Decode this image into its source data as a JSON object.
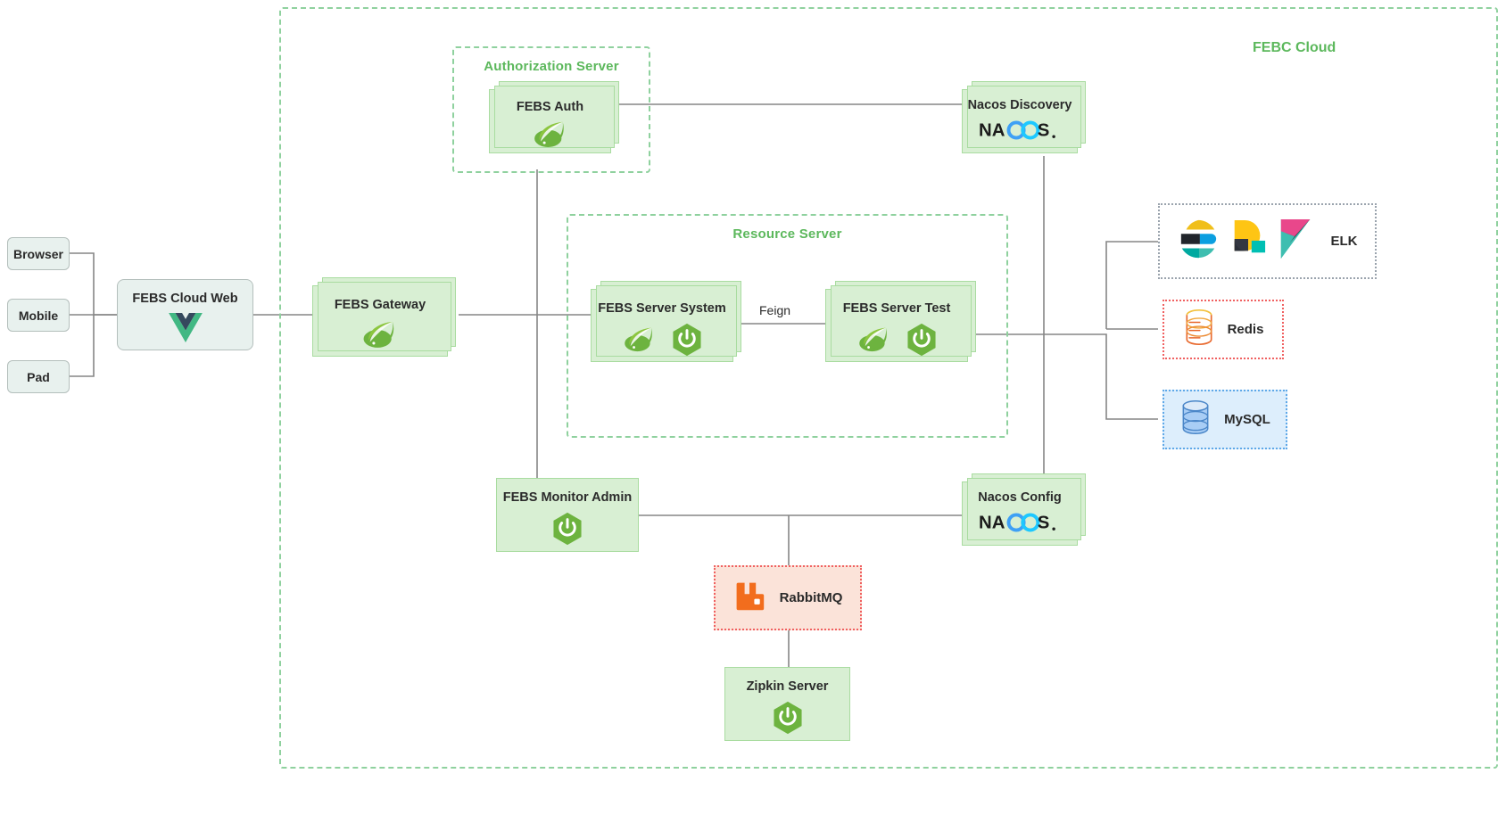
{
  "diagram": {
    "title": "FEBC Cloud",
    "type": "architecture-diagram"
  },
  "cloud": {
    "label": "FEBC Cloud"
  },
  "groups": [
    {
      "id": "authorization-server",
      "label": "Authorization Server"
    },
    {
      "id": "resource-server",
      "label": "Resource Server"
    }
  ],
  "clients": [
    {
      "id": "browser",
      "label": "Browser"
    },
    {
      "id": "mobile",
      "label": "Mobile"
    },
    {
      "id": "pad",
      "label": "Pad"
    }
  ],
  "nodes": {
    "febs_cloud_web": {
      "label": "FEBS Cloud Web",
      "icons": [
        "vue-icon"
      ]
    },
    "febs_gateway": {
      "label": "FEBS Gateway",
      "icons": [
        "spring-leaf-icon"
      ]
    },
    "febs_auth": {
      "label": "FEBS Auth",
      "icons": [
        "spring-leaf-icon"
      ]
    },
    "febs_server_system": {
      "label": "FEBS Server System",
      "icons": [
        "spring-leaf-icon",
        "spring-boot-icon"
      ]
    },
    "febs_server_test": {
      "label": "FEBS Server Test",
      "icons": [
        "spring-leaf-icon",
        "spring-boot-icon"
      ]
    },
    "nacos_discovery": {
      "label": "Nacos Discovery",
      "icons": [
        "nacos-logo"
      ]
    },
    "nacos_config": {
      "label": "Nacos Config",
      "icons": [
        "nacos-logo"
      ]
    },
    "febs_monitor_admin": {
      "label": "FEBS Monitor Admin",
      "icons": [
        "spring-boot-icon"
      ]
    },
    "zipkin_server": {
      "label": "Zipkin Server",
      "icons": [
        "spring-boot-icon"
      ]
    },
    "rabbitmq": {
      "label": "RabbitMQ",
      "icons": [
        "rabbitmq-icon"
      ]
    },
    "elk": {
      "label": "ELK",
      "icons": [
        "elasticsearch-icon",
        "logstash-icon",
        "kibana-icon"
      ]
    },
    "redis": {
      "label": "Redis",
      "icons": [
        "redis-cylinder-icon"
      ]
    },
    "mysql": {
      "label": "MySQL",
      "icons": [
        "mysql-cylinder-icon"
      ]
    }
  },
  "edges": [
    {
      "from": "browser",
      "to": "febs_cloud_web",
      "label": ""
    },
    {
      "from": "mobile",
      "to": "febs_cloud_web",
      "label": ""
    },
    {
      "from": "pad",
      "to": "febs_cloud_web",
      "label": ""
    },
    {
      "from": "febs_cloud_web",
      "to": "febs_gateway",
      "label": ""
    },
    {
      "from": "febs_gateway",
      "to": "febs_server_system",
      "label": ""
    },
    {
      "from": "febs_server_system",
      "to": "febs_server_test",
      "label": "Feign"
    },
    {
      "from": "febs_auth",
      "to": "nacos_discovery",
      "label": ""
    },
    {
      "from": "febs_auth",
      "to": "febs_monitor_admin",
      "label": ""
    },
    {
      "from": "nacos_discovery",
      "to": "nacos_config",
      "label": ""
    },
    {
      "from": "febs_monitor_admin",
      "to": "nacos_config",
      "label": ""
    },
    {
      "from": "febs_monitor_admin",
      "to": "rabbitmq",
      "label": ""
    },
    {
      "from": "rabbitmq",
      "to": "zipkin_server",
      "label": ""
    },
    {
      "from": "febs_server_test",
      "to": "elk",
      "label": ""
    },
    {
      "from": "febs_server_test",
      "to": "redis",
      "label": ""
    },
    {
      "from": "febs_server_test",
      "to": "mysql",
      "label": ""
    }
  ],
  "edge_labels": {
    "feign": "Feign"
  },
  "colors": {
    "green_accent": "#5cb85c",
    "card_fill": "#d8efd3",
    "card_border": "#a9dca0",
    "dashed_group": "#8fd19e",
    "wire": "#868686",
    "redis_border": "#f06060",
    "mysql_border": "#5ea8e8",
    "rabbitmq_orange": "#f26d1d"
  }
}
